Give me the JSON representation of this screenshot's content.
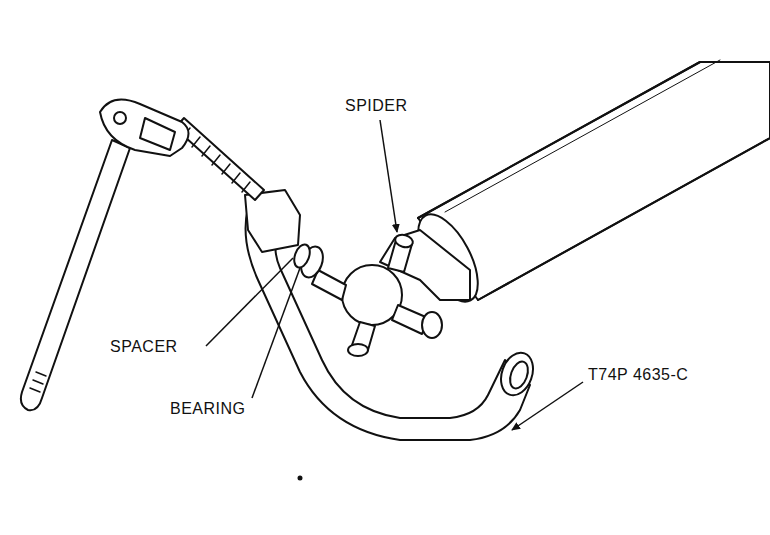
{
  "diagram": {
    "labels": [
      "SPIDER",
      "SPACER",
      "BEARING",
      "T74P 4635-C"
    ]
  }
}
